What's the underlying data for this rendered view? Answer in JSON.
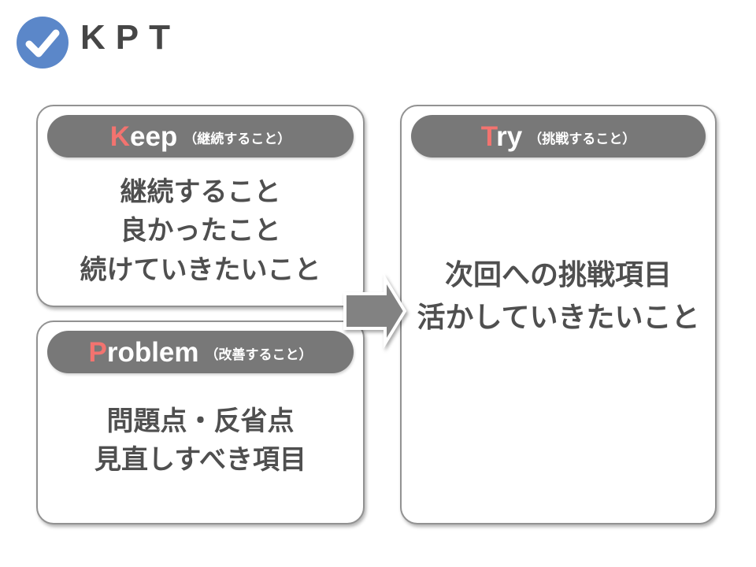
{
  "header": {
    "title": "KPT",
    "icon": "check-circle-icon"
  },
  "boxes": {
    "keep": {
      "keyword_first": "K",
      "keyword_rest": "eep",
      "annotation": "（継続すること）",
      "body_lines": [
        "継続すること",
        "良かったこと",
        "続けていきたいこと"
      ]
    },
    "problem": {
      "keyword_first": "P",
      "keyword_rest": "roblem",
      "annotation": "（改善すること）",
      "body_lines": [
        "問題点・反省点",
        "見直しすべき項目"
      ]
    },
    "try": {
      "keyword_first": "T",
      "keyword_rest": "ry",
      "annotation": "（挑戦すること）",
      "body_lines": [
        "次回への挑戦項目",
        "活かしていきたいこと"
      ]
    }
  },
  "arrow": {
    "direction": "right"
  },
  "colors": {
    "accent_red": "#f2736f",
    "pill_gray": "#787878",
    "border_gray": "#929292",
    "body_text_gray": "#4f4f4f",
    "icon_blue": "#5b87c9"
  }
}
